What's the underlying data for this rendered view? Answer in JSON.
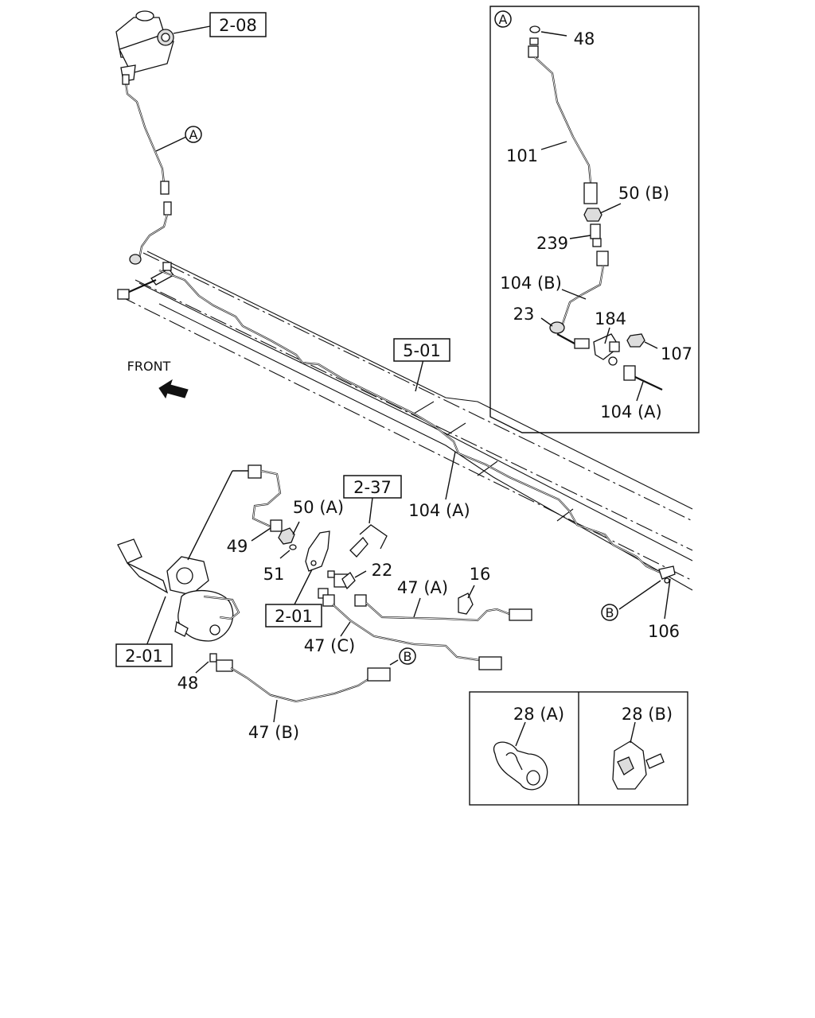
{
  "refs": {
    "r208": "2-08",
    "r501": "5-01",
    "r237": "2-37",
    "r201a": "2-01",
    "r201b": "2-01"
  },
  "callouts": {
    "a_main": "A",
    "a_inset": "A",
    "b_right": "B",
    "b_lower": "B"
  },
  "front_label": "FRONT",
  "labels": {
    "p48_inset": "48",
    "p101": "101",
    "p50b": "50 (B)",
    "p239": "239",
    "p104b": "104 (B)",
    "p23": "23",
    "p184": "184",
    "p107": "107",
    "p104a_inset": "104 (A)",
    "p104a_main": "104 (A)",
    "p50a": "50 (A)",
    "p49": "49",
    "p51": "51",
    "p22": "22",
    "p16": "16",
    "p47a": "47 (A)",
    "p47c": "47 (C)",
    "p48_lower": "48",
    "p47b": "47 (B)",
    "p106": "106",
    "p28a": "28 (A)",
    "p28b": "28 (B)"
  }
}
